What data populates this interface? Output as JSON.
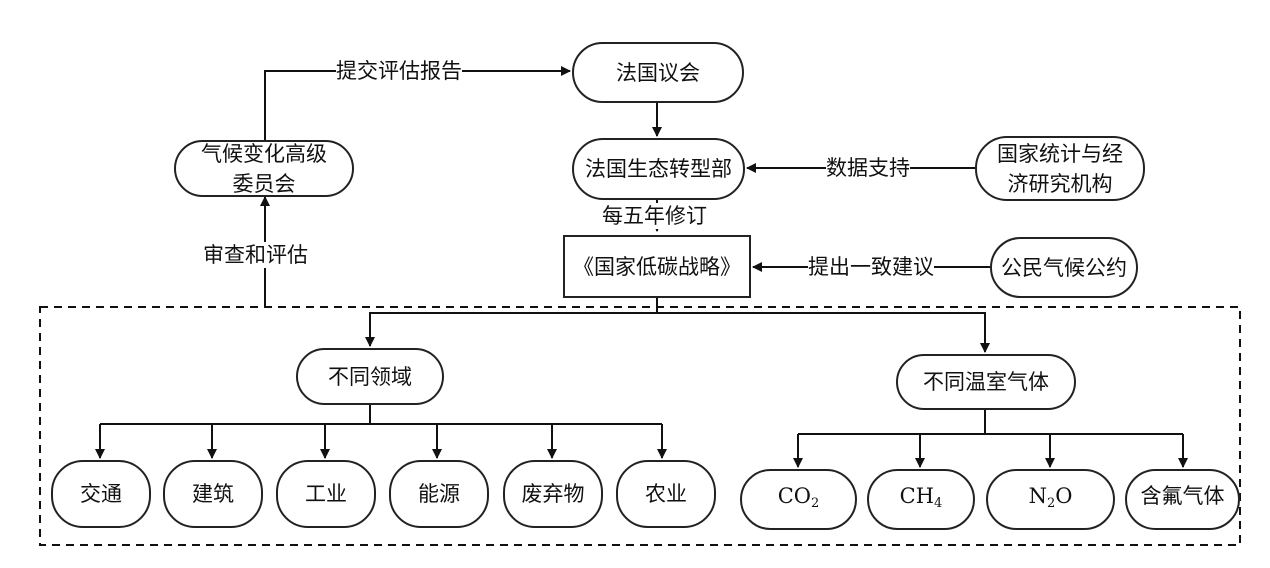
{
  "nodes": {
    "parliament": "法国议会",
    "ministry": "法国生态转型部",
    "committee_line1": "气候变化高级",
    "committee_line2": "委员会",
    "insee_line1": "国家统计与经",
    "insee_line2": "济研究机构",
    "strategy": "《国家低碳战略》",
    "citizens": "公民气候公约",
    "sectors": "不同领域",
    "ghg": "不同温室气体"
  },
  "sectors": [
    "交通",
    "建筑",
    "工业",
    "能源",
    "废弃物",
    "农业"
  ],
  "gases": [
    {
      "main": "CO",
      "sub": "2",
      "tail": ""
    },
    {
      "main": "CH",
      "sub": "4",
      "tail": ""
    },
    {
      "main": "N",
      "sub": "2",
      "tail": "O"
    },
    {
      "main": "含氟气体",
      "sub": "",
      "tail": ""
    }
  ],
  "edge_labels": {
    "submit_report": "提交评估报告",
    "data_support": "数据支持",
    "revise_5y": "每五年修订",
    "review": "审查和评估",
    "propose": "提出一致建议"
  }
}
